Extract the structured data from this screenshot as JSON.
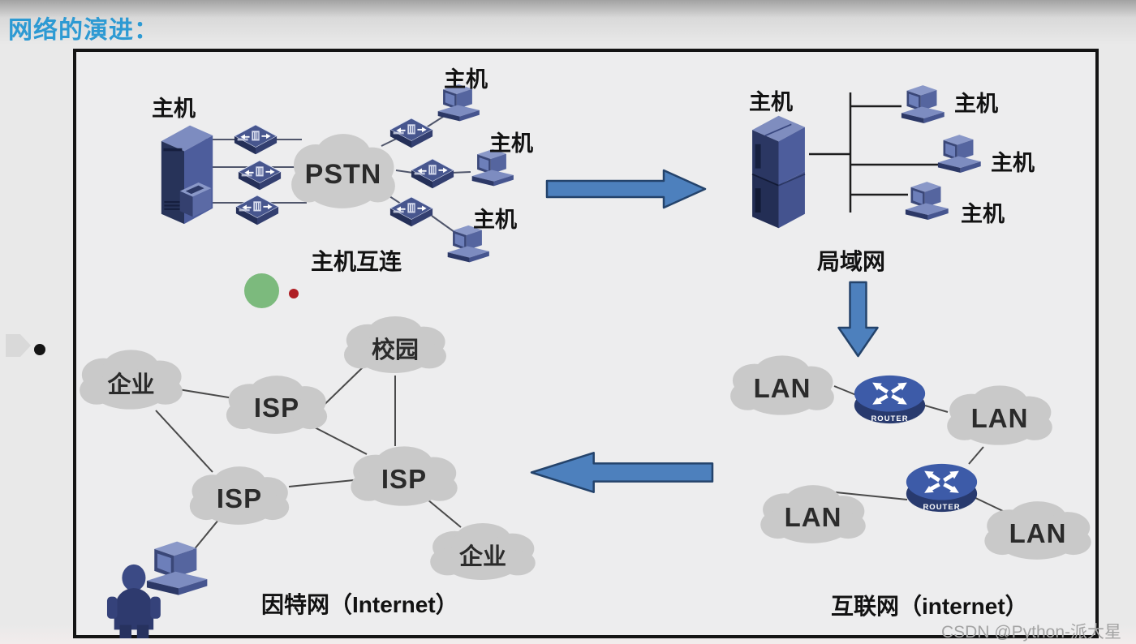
{
  "slide": {
    "title": "网络的演进："
  },
  "stage1": {
    "host_label": "主机",
    "cloud": "PSTN",
    "hosts": [
      "主机",
      "主机",
      "主机"
    ],
    "caption": "主机互连"
  },
  "stage2": {
    "host_label": "主机",
    "hosts": [
      "主机",
      "主机",
      "主机"
    ],
    "caption": "局域网"
  },
  "stage3": {
    "lans": [
      "LAN",
      "LAN",
      "LAN",
      "LAN"
    ],
    "router_label": "ROUTER",
    "caption": "互联网（internet）"
  },
  "stage4": {
    "clouds": {
      "enterprise1": "企业",
      "isp1": "ISP",
      "campus": "校园",
      "isp2": "ISP",
      "isp3": "ISP",
      "enterprise2": "企业"
    },
    "caption": "因特网（Internet）"
  },
  "watermark": "CSDN @Python-派大星",
  "colors": {
    "title_accent": "#2d9ad3",
    "arrow_fill": "#4d80bd",
    "cloud_gray": "#c9c9c9",
    "device_navy": "#2e3a66",
    "router_blue": "#3d5ba8",
    "green_marker": "#7cba7d",
    "red_marker": "#af1e24"
  }
}
